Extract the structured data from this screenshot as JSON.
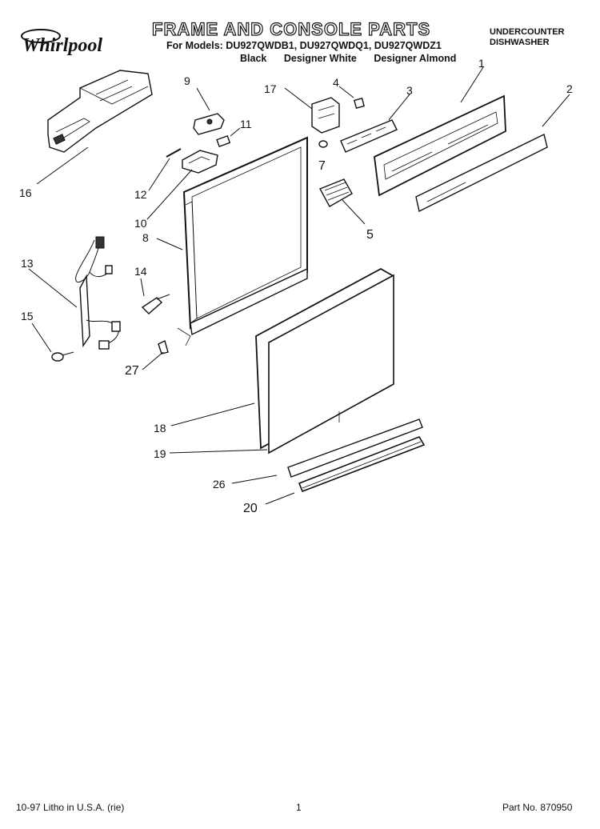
{
  "header": {
    "brand": "Whirlpool",
    "title": "FRAME AND CONSOLE PARTS",
    "models": "For Models: DU927QWDB1, DU927QWDQ1, DU927QWDZ1",
    "colors": [
      "Black",
      "Designer White",
      "Designer Almond"
    ],
    "category_line1": "UNDERCOUNTER",
    "category_line2": "DISHWASHER"
  },
  "callouts": {
    "c1": "1",
    "c2": "2",
    "c3": "3",
    "c4": "4",
    "c5": "5",
    "c7": "7",
    "c8": "8",
    "c9": "9",
    "c10": "10",
    "c11": "11",
    "c12": "12",
    "c13": "13",
    "c14": "14",
    "c15": "15",
    "c16": "16",
    "c17": "17",
    "c18": "18",
    "c19": "19",
    "c20": "20",
    "c26": "26",
    "c27": "27"
  },
  "footer": {
    "litho": "10-97 Litho in U.S.A. (rie)",
    "page": "1",
    "part_no": "Part No. 870950"
  }
}
